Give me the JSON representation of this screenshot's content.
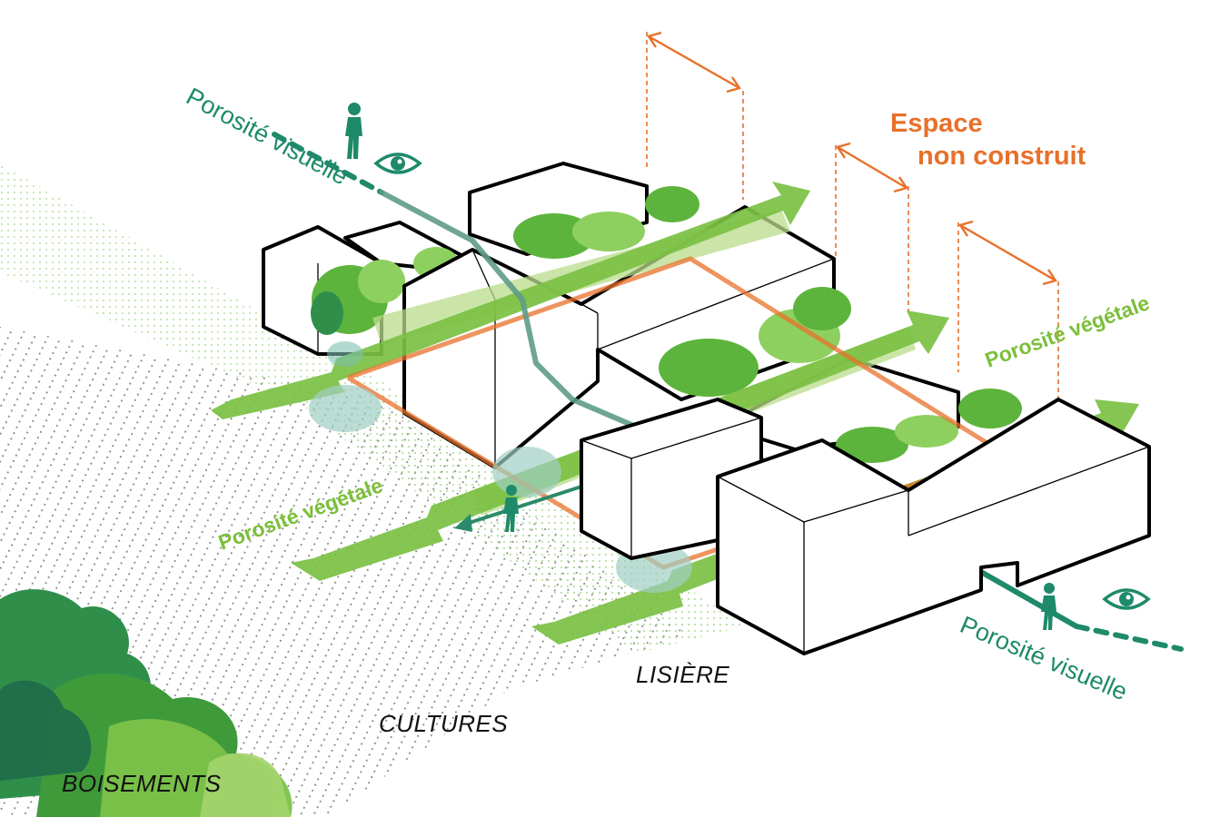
{
  "labels": {
    "porosite_visuelle_top": "Porosité visuelle",
    "porosite_visuelle_bottom": "Porosité visuelle",
    "porosite_vegetale_right": "Porosité végétale",
    "porosite_vegetale_left": "Porosité végétale",
    "espace_line1": "Espace",
    "espace_line2": "non construit",
    "lisiere": "LISIÈRE",
    "cultures": "CULTURES",
    "boisements": "BOISEMENTS"
  },
  "colors": {
    "visual_porosity": "#1e8a6a",
    "vegetal_porosity": "#7bc043",
    "unbuilt_space": "#e8702a",
    "buildings_outline": "#000000",
    "dark_trees": "#1f7a52"
  },
  "icons": [
    "eye-icon",
    "pedestrian-icon",
    "double-arrow-icon",
    "arrow-icon",
    "tree-icon"
  ]
}
